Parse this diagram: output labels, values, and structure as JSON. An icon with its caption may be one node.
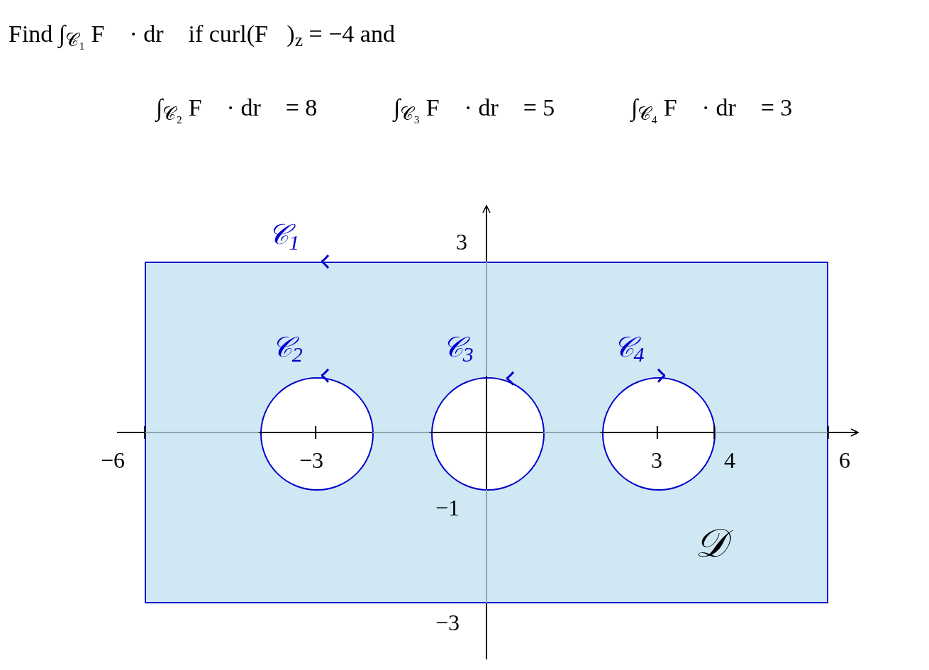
{
  "diagram": {
    "title": "Find ∫$_{𝒞₁}$ F⃗ · dr⃗  if curl(F⃗)$_{z}$ = −4 and",
    "nodes": [
      {
        "text": [
          "𝒞$_{1}$"
        ]
      },
      {
        "text": [
          "𝒞$_{2}$"
        ],
        "in": 0
      },
      {
        "text": [
          "𝒞$_{3}$"
        ],
        "in": 0
      },
      {
        "text": [
          "𝒞$_{4}$"
        ],
        "in": 0
      }
    ],
    "labels": [
      "∫$_{𝒞₂}$ F⃗ · dr⃗ = 8",
      "∫$_{𝒞₃}$ F⃗ · dr⃗ = 5",
      "∫$_{𝒞₄}$ F⃗ · dr⃗ = 3",
      "3",
      "−6",
      "−3",
      "3",
      "4",
      "6",
      "−1",
      "−3",
      "𝒟"
    ]
  }
}
